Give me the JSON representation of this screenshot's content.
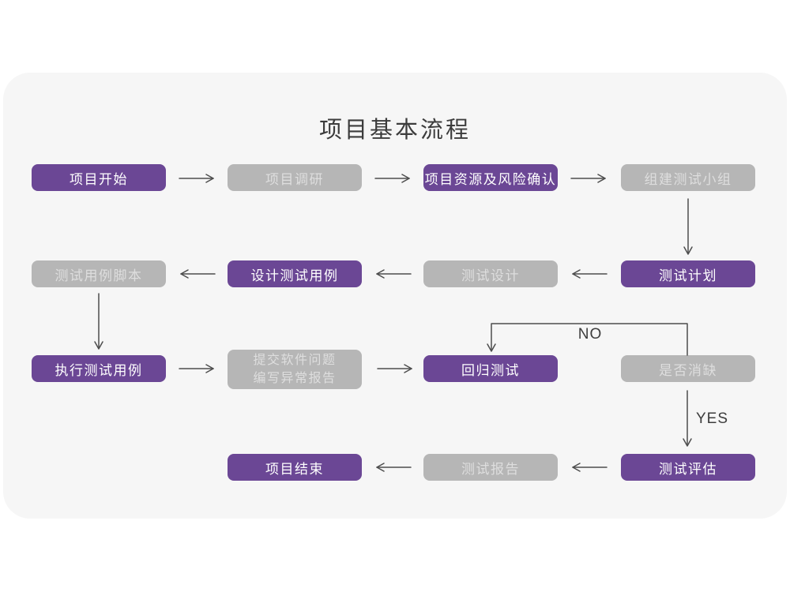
{
  "title": "项目基本流程",
  "decision_labels": {
    "no": "NO",
    "yes": "YES"
  },
  "colors": {
    "page_background": "#FFFFFF",
    "card_background": "#F6F6F6",
    "accent_purple": "#6B4795",
    "node_gray": "#B6B6B6",
    "purple_node_text": "#FFFFFF",
    "gray_node_text": "#DEDEDE",
    "arrow": "#4D4D4D",
    "title_text": "#3C3C3C"
  },
  "nodes": [
    {
      "id": "project-start",
      "label": "项目开始",
      "variant": "purple"
    },
    {
      "id": "project-research",
      "label": "项目调研",
      "variant": "gray"
    },
    {
      "id": "resources-risk",
      "label": "项目资源及风险确认",
      "variant": "purple"
    },
    {
      "id": "build-test-team",
      "label": "组建测试小组",
      "variant": "gray"
    },
    {
      "id": "test-plan",
      "label": "测试计划",
      "variant": "purple"
    },
    {
      "id": "test-design",
      "label": "测试设计",
      "variant": "gray"
    },
    {
      "id": "design-test-cases",
      "label": "设计测试用例",
      "variant": "purple"
    },
    {
      "id": "test-case-script",
      "label": "测试用例脚本",
      "variant": "gray"
    },
    {
      "id": "run-test-cases",
      "label": "执行测试用例",
      "variant": "purple"
    },
    {
      "id": "submit-issue-report",
      "lines": [
        "提交软件问题",
        "编写异常报告"
      ],
      "variant": "gray"
    },
    {
      "id": "regression-test",
      "label": "回归测试",
      "variant": "purple"
    },
    {
      "id": "defect-cleared",
      "label": "是否消缺",
      "variant": "gray"
    },
    {
      "id": "test-evaluation",
      "label": "测试评估",
      "variant": "purple"
    },
    {
      "id": "test-report",
      "label": "测试报告",
      "variant": "gray"
    },
    {
      "id": "project-end",
      "label": "项目结束",
      "variant": "purple"
    }
  ]
}
